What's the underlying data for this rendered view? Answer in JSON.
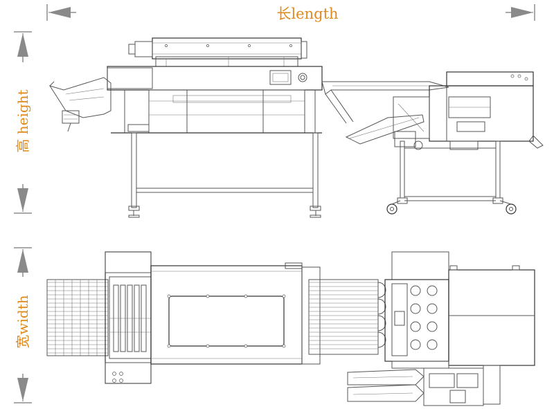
{
  "dimensions": {
    "length_label": "长length",
    "height_label": "高 height",
    "width_label": "宽width"
  },
  "colors": {
    "label": "#e08a1e",
    "arrow": "#8a8a8a",
    "line": "#555555"
  },
  "views": [
    "side-elevation-view",
    "top-plan-view"
  ]
}
